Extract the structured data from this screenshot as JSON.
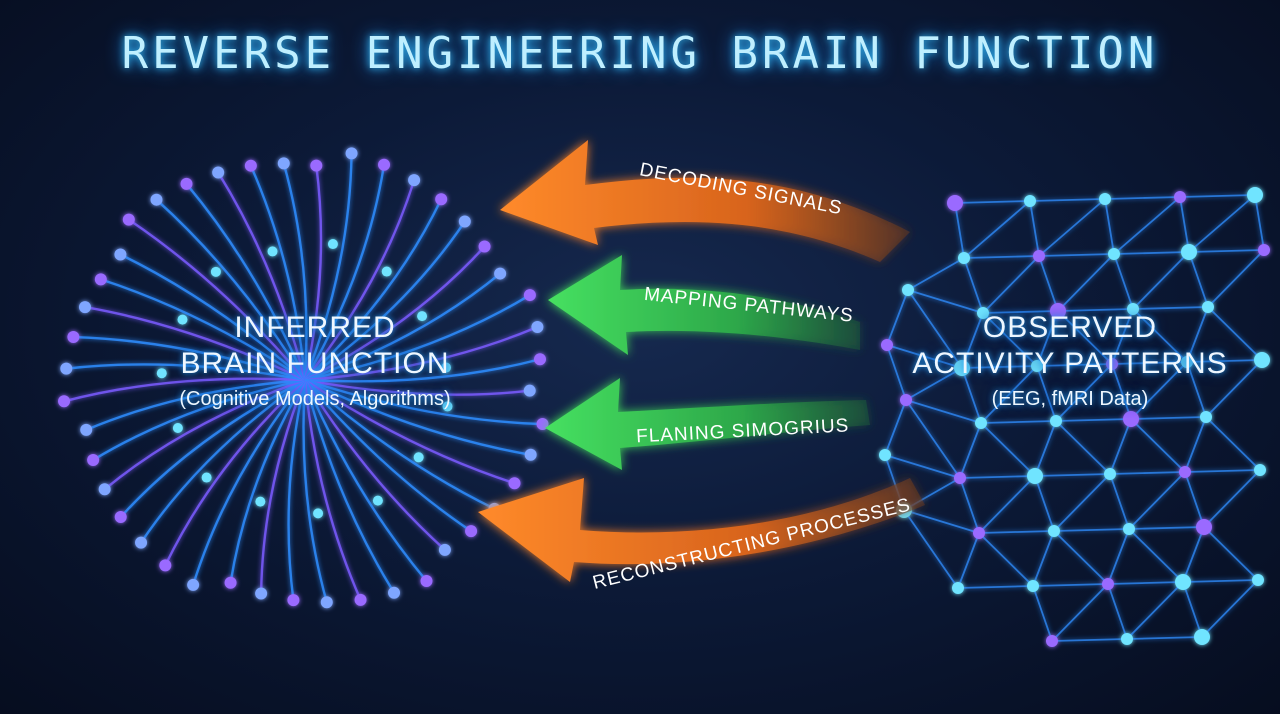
{
  "title": "REVERSE ENGINEERING BRAIN FUNCTION",
  "left_node": {
    "line1": "INFERRED",
    "line2": "BRAIN FUNCTION",
    "subtitle": "(Cognitive Models, Algorithms)"
  },
  "right_node": {
    "line1": "OBSERVED",
    "line2": "ACTIVITY PATTERNS",
    "subtitle": "(EEG, fMRI Data)"
  },
  "arrows": [
    {
      "label": "DECODING SIGNALS",
      "color": "#f07a28"
    },
    {
      "label": "MAPPING PATHWAYS",
      "color": "#3fcf55"
    },
    {
      "label": "FLANING SIMOGRIUS",
      "color": "#3fcf55"
    },
    {
      "label": "RECONSTRUCTING PROCESSES",
      "color": "#f07a28"
    }
  ],
  "colors": {
    "background": "#0a1630",
    "neuron_glow": "#2f8dff",
    "node_cyan": "#6fe4ff",
    "node_purple": "#9a6bff",
    "title_glow": "#39c6ff"
  }
}
